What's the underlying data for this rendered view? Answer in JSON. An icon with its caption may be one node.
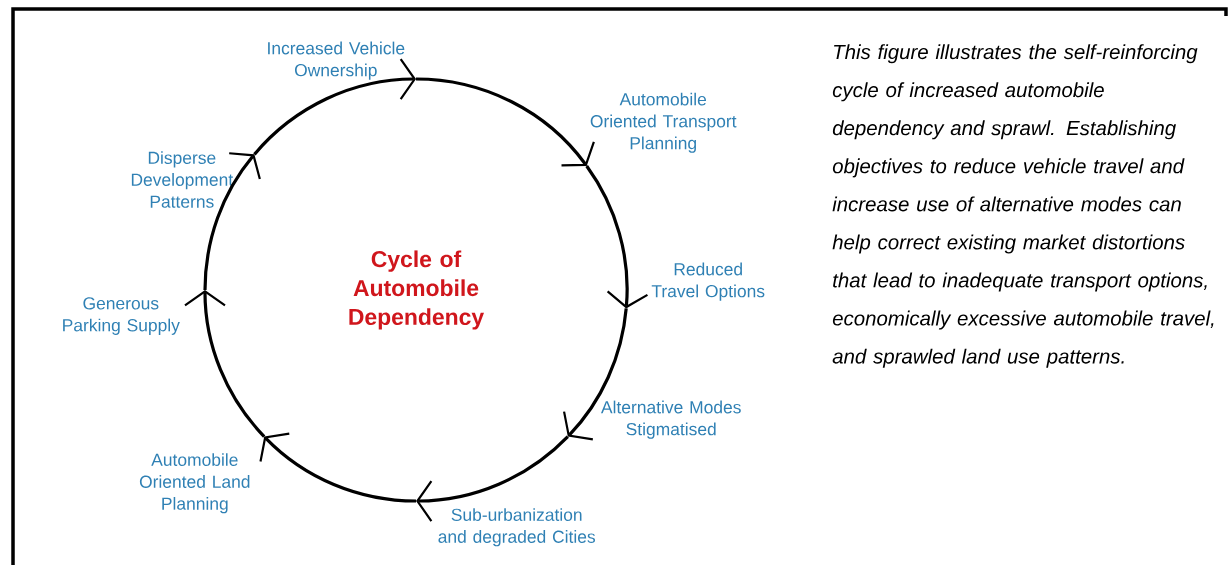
{
  "diagram": {
    "nodes": [
      {
        "text": [
          "Increased Vehicle Ownership"
        ]
      },
      {
        "text": [
          "Automobile Oriented Transport Planning"
        ]
      },
      {
        "text": [
          "Reduced Travel Options"
        ]
      },
      {
        "text": [
          "Alternative Modes Stigmatised"
        ]
      },
      {
        "text": [
          "Sub-urbanization and degraded Cities"
        ]
      },
      {
        "text": [
          "Automobile Oriented Land Planning"
        ]
      },
      {
        "text": [
          "Generous Parking Supply"
        ]
      },
      {
        "text": [
          "Disperse Development Patterns"
        ]
      },
      {
        "text": [
          "Cycle of Automobile Dependency"
        ]
      }
    ],
    "edges": [
      {
        "from": 0,
        "to": 1,
        "arrow": "to"
      },
      {
        "from": 1,
        "to": 2,
        "arrow": "to"
      },
      {
        "from": 2,
        "to": 3,
        "arrow": "to"
      },
      {
        "from": 3,
        "to": 4,
        "arrow": "to"
      },
      {
        "from": 4,
        "to": 5,
        "arrow": "to"
      },
      {
        "from": 5,
        "to": 6,
        "arrow": "to"
      },
      {
        "from": 6,
        "to": 7,
        "arrow": "to"
      },
      {
        "from": 7,
        "to": 0,
        "arrow": "to"
      }
    ],
    "labels": [
      "This figure illustrates the self-reinforcing cycle of increased automobile dependency and sprawl. Establishing objectives to reduce vehicle travel and increase use of alternative modes can help correct existing market distortions that lead to inadequate transport options, economically excessive automobile travel, and sprawled land use patterns."
    ]
  }
}
